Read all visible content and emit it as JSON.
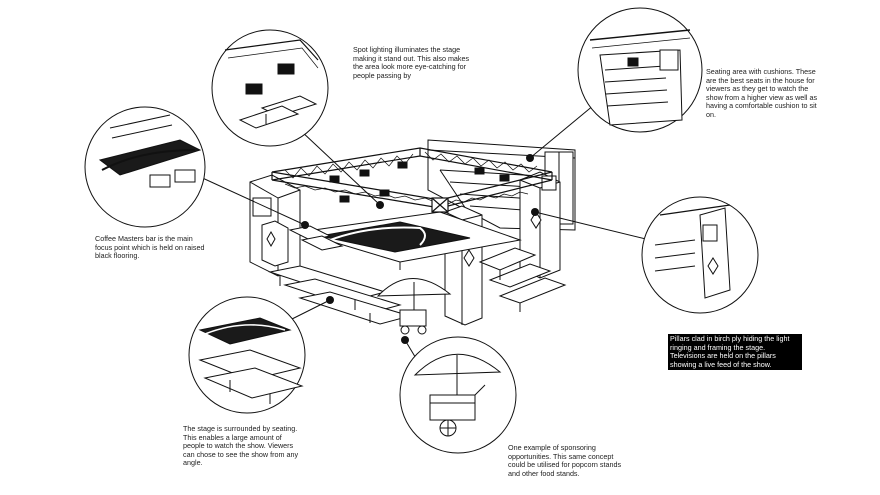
{
  "annotations": {
    "lighting": "Spot lighting illuminates the stage making it stand out. This also makes the area look more eye-catching for people passing by",
    "seating": "Seating area with cushions. These are the best seats in the house for viewers as they get to watch the show from a higher view as well as having a comfortable cushion to sit on.",
    "coffee_bar": "Coffee Masters bar is the main focus point which is held on raised black flooring.",
    "pillars": "Pillars clad in birch ply hiding the light ringing and framing the stage. Televisions are held on the pillars showing a live feed of the show.",
    "surrounding": "The stage is surrounded by seating. This enables a large amount of people to watch the show. Viewers can chose to see the show from any angle.",
    "sponsor": "One example of sponsoring opportunities. This same concept could be utilised for popcorn stands and other food stands."
  },
  "colors": {
    "ink": "#111111",
    "paper": "#ffffff",
    "floor": "#1a1a1a"
  },
  "icons": [
    "truss-rig",
    "spotlight",
    "stage-floor",
    "bleacher-seating",
    "picnic-bench",
    "umbrella-cart",
    "television",
    "pillar-diamond"
  ]
}
